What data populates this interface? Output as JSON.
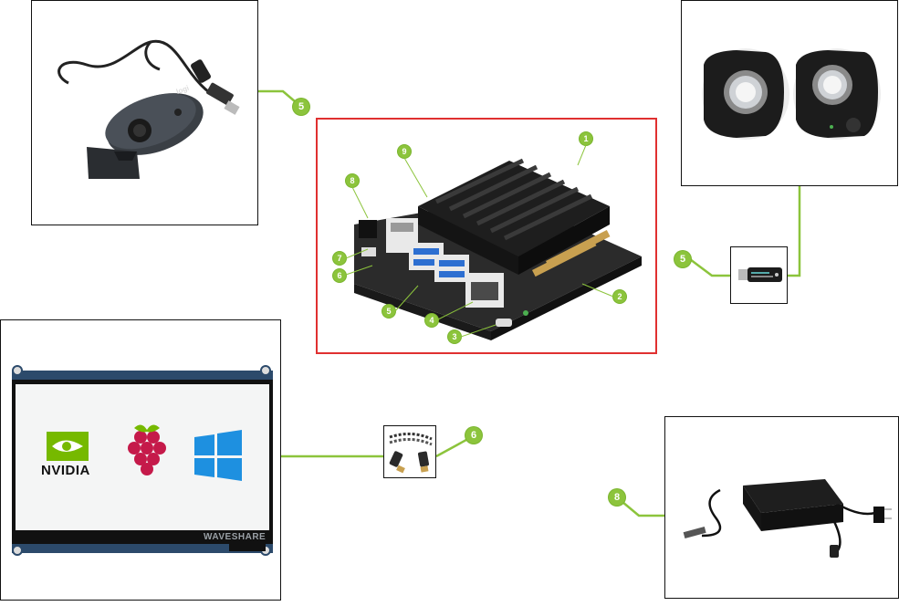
{
  "colors": {
    "connector": "#8cc43c",
    "highlight_border": "#e03030",
    "nvidia_green": "#76b900",
    "raspberry": "#c51a4a",
    "windows_blue": "#1e90e0"
  },
  "badges": {
    "webcam": "5",
    "speaker_usb": "5",
    "hdmi_cable": "6",
    "power_adapter": "8",
    "board": [
      "1",
      "2",
      "3",
      "4",
      "5",
      "6",
      "7",
      "8",
      "9"
    ]
  },
  "display": {
    "logo_nvidia": "NVIDIA",
    "brand": "WAVESHARE"
  },
  "webcam": {
    "brand_mark": "logi"
  }
}
